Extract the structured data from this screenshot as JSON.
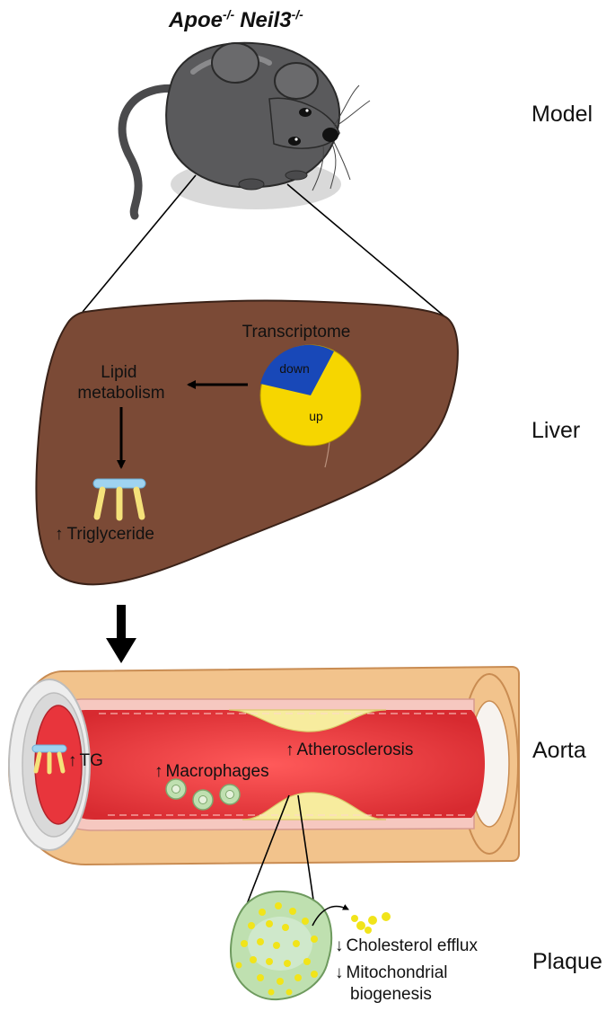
{
  "title": {
    "gene1": "Apoe",
    "gene1_sup": "-/-",
    "gene2": "Neil3",
    "gene2_sup": "-/-"
  },
  "stages": {
    "model": "Model",
    "liver": "Liver",
    "aorta": "Aorta",
    "plaque": "Plaque"
  },
  "liver": {
    "transcriptome": "Transcriptome",
    "down": "down",
    "up": "up",
    "lipid_line1": "Lipid",
    "lipid_line2": "metabolism",
    "triglyceride": "Triglyceride",
    "up_arrow": "↑"
  },
  "aorta": {
    "tg": "TG",
    "macrophages": "Macrophages",
    "atherosclerosis": "Atherosclerosis",
    "up_arrow": "↑"
  },
  "plaque": {
    "cholesterol_efflux": "Cholesterol efflux",
    "mito_line1": "Mitochondrial",
    "mito_line2": "biogenesis",
    "down_arrow": "↓"
  },
  "colors": {
    "mouse": "#5a5a5c",
    "liver": "#7b4a36",
    "transcriptome_down": "#1848b8",
    "transcriptome_up": "#f6d600",
    "vessel_outer": "#f2c38c",
    "vessel_lumen": "#e8353c",
    "plaque": "#f7ec9e",
    "plaque_cell": "#bfe0b0",
    "lipid_droplet": "#f1e41a"
  }
}
